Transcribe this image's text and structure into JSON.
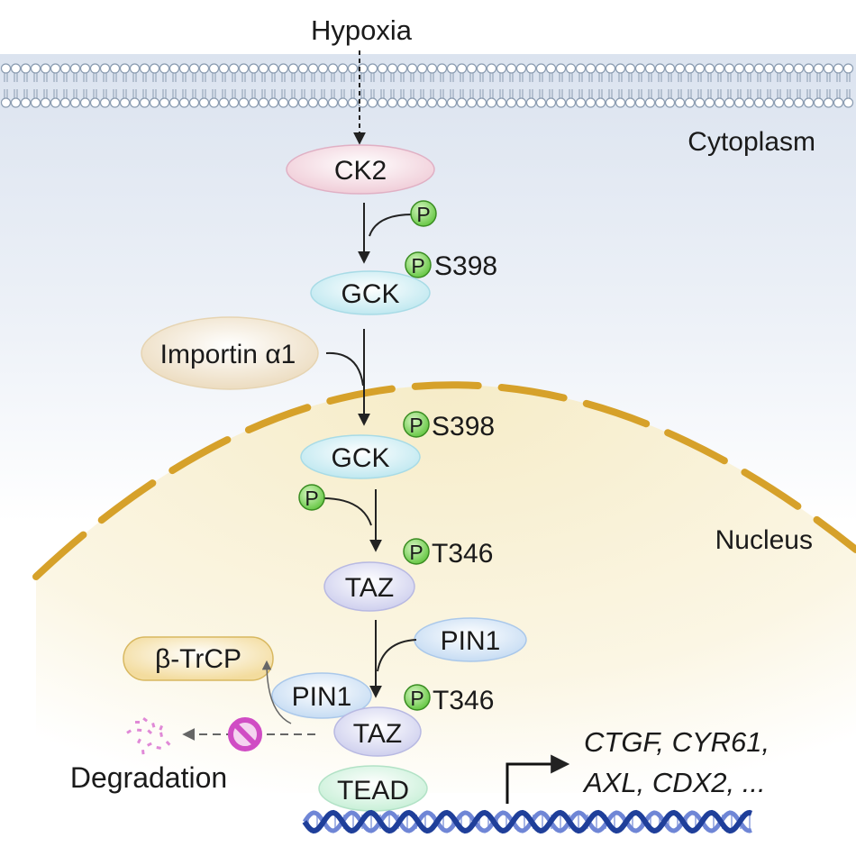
{
  "stimulus": "Hypoxia",
  "compartments": {
    "cytoplasm": "Cytoplasm",
    "nucleus": "Nucleus"
  },
  "molecules": {
    "ck2": "CK2",
    "gck_cyto": "GCK",
    "importin": "Importin α1",
    "gck_nuc": "GCK",
    "taz_1": "TAZ",
    "pin1_free": "PIN1",
    "pin1_bound": "PIN1",
    "taz_2": "TAZ",
    "btrcp": "β-TrCP",
    "tead": "TEAD"
  },
  "phospho": {
    "p": "P",
    "s398": "S398",
    "t346": "T346"
  },
  "outcome": "Degradation",
  "targets": {
    "line1": "CTGF, CYR61,",
    "line2": "AXL, CDX2, ..."
  },
  "colors": {
    "membrane": "#8a9bb0",
    "nuclear_envelope": "#d6a12a",
    "phospho": "#7ed957",
    "inhibit": "#d04cc4",
    "dna_dark": "#1f3f9a",
    "dna_light": "#6f86d6"
  }
}
